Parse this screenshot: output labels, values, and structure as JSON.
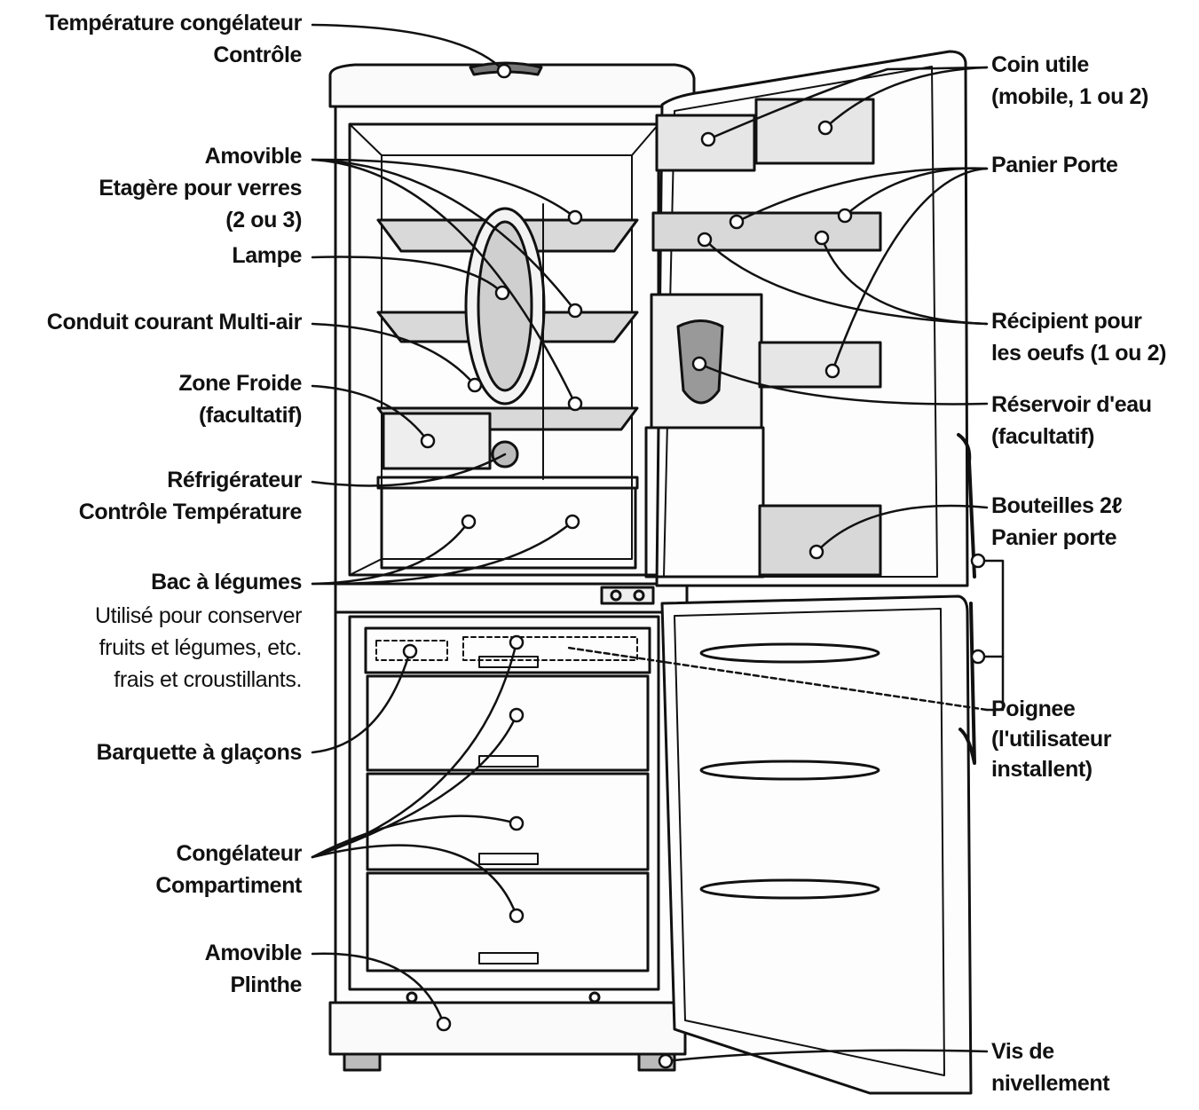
{
  "labels": {
    "freezer_temp_control": [
      "Température congélateur",
      "Contrôle"
    ],
    "removable_glass_shelf": [
      "Amovible",
      "Etagère pour verres",
      "(2 ou 3)"
    ],
    "lamp": [
      "Lampe"
    ],
    "multi_air_duct": [
      "Conduit courant Multi-air"
    ],
    "cold_zone": [
      "Zone Froide",
      "(facultatif)"
    ],
    "fridge_temp_control": [
      "Réfrigérateur",
      "Contrôle Température"
    ],
    "vegetable_bin": [
      "Bac à légumes"
    ],
    "vegetable_bin_note": [
      "Utilisé pour conserver",
      "fruits et légumes, etc.",
      "frais et croustillants."
    ],
    "ice_tray": [
      "Barquette à glaçons"
    ],
    "freezer_compartment": [
      "Congélateur",
      "Compartiment"
    ],
    "removable_plinth": [
      "Amovible",
      "Plinthe"
    ],
    "utility_corner": [
      "Coin utile",
      "(mobile, 1 ou 2)"
    ],
    "door_basket": [
      "Panier Porte"
    ],
    "egg_container": [
      "Récipient pour",
      "les oeufs (1 ou 2)"
    ],
    "water_tank": [
      "Réservoir d'eau",
      "(facultatif)"
    ],
    "bottle_basket": [
      "Bouteilles 2ℓ",
      "Panier porte"
    ],
    "handle": [
      "Poignee",
      "(l'utilisateur",
      "installent)"
    ],
    "leveling_screw": [
      "Vis de",
      "nivellement"
    ]
  }
}
